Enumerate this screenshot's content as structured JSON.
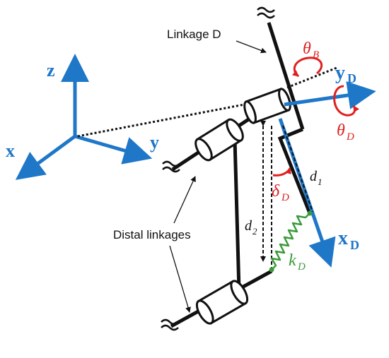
{
  "labels": {
    "linkage_d": "Linkage D",
    "distal_linkages": "Distal linkages",
    "axis_z": "z",
    "axis_x": "x",
    "axis_y": "y",
    "theta_b_sym": "θ",
    "theta_b_sub": "B",
    "theta_d_sym": "θ",
    "theta_d_sub": "D",
    "yd_main": "y",
    "yd_sub": "D",
    "xd_main": "x",
    "xd_sub": "D",
    "delta_d_sym": "δ",
    "delta_d_sub": "D",
    "d1_sym": "d",
    "d1_sub": "1",
    "d2_sym": "d",
    "d2_sub": "2",
    "kd_sym": "k",
    "kd_sub": "D"
  },
  "colors": {
    "blue": "#1f77c8",
    "red": "#e02020",
    "green": "#3a9a3a",
    "black": "#111111"
  }
}
